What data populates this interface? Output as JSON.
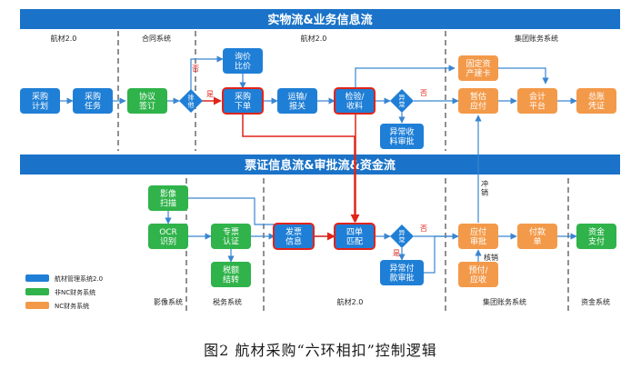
{
  "colors": {
    "band": "#1a73c8",
    "blue": "#1f7fd6",
    "green": "#2fb34a",
    "orange": "#f39a4a",
    "red": "#e0241b",
    "line": "#3a86d1"
  },
  "bands": {
    "top": "实物流&业务信息流",
    "bottom": "票证信息流&审批流&资金流"
  },
  "zones": {
    "top": [
      "航材2.0",
      "合同系统",
      "航材2.0",
      "集团账务系统"
    ],
    "bottom": [
      "影像系统",
      "税务系统",
      "航材2.0",
      "集团账务系统",
      "资金系统"
    ]
  },
  "nodes": {
    "cgjh": "采购\n计划",
    "cgrw": "采购\n任务",
    "xyqd": "协议\n签订",
    "pt": "排\n他",
    "xjbj": "询价\n比价",
    "cgxd": "采购\n下单",
    "ysbg": "运输/\n报关",
    "jysl": "检验/\n收料",
    "yc1": "异\n常",
    "ycslsp": "异常收\n料审批",
    "gdzc": "固定资\n产建卡",
    "zgyf": "暂估\n应付",
    "kjpt": "会计\n平台",
    "zzpz": "总账\n凭证",
    "yxsm": "影像\n扫描",
    "ocr": "OCR\n识别",
    "zprz": "专票\n认证",
    "se": "税额\n结转",
    "fpxx": "发票\n信息",
    "sdpp": "四单\n匹配",
    "yc2": "异\n常",
    "ycfksp": "异常付\n款审批",
    "yfsp": "应付\n审批",
    "yfyf": "预付/\n应收",
    "fkd": "付款\n单",
    "zjzf": "资金\n支付"
  },
  "edge_labels": {
    "no1": "否",
    "yes1": "是",
    "no2": "否",
    "no3": "否",
    "yes3": "是",
    "chongxiao": "冲\n销",
    "hexiao": "核销"
  },
  "legend": [
    {
      "label": "航材管理系统2.0",
      "color": "#1f7fd6"
    },
    {
      "label": "非NC财务系统",
      "color": "#2fb34a"
    },
    {
      "label": "NC财务系统",
      "color": "#f39a4a"
    }
  ],
  "caption": "图2   航材采购“六环相扣”控制逻辑"
}
